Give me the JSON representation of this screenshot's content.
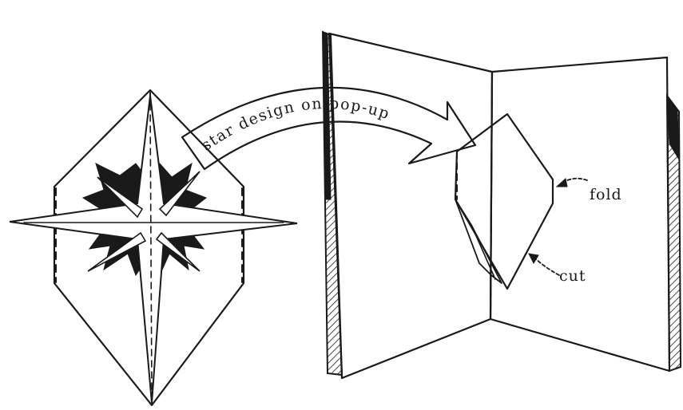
{
  "diagram": {
    "arrow_text": "star design on pop-up",
    "labels": {
      "fold": "fold",
      "cut": "cut"
    },
    "colors": {
      "ink": "#1a1a1a",
      "paper": "#ffffff"
    }
  }
}
